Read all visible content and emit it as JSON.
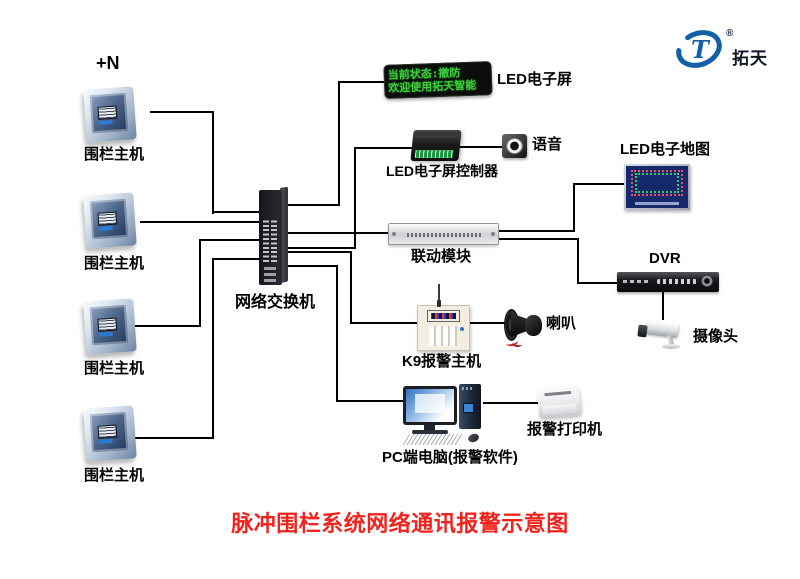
{
  "title": "脉冲围栏系统网络通讯报警示意图",
  "logo": {
    "brand": "拓天",
    "registered": "®"
  },
  "annotation": {
    "plus_n": "+N"
  },
  "colors": {
    "line": "#000000",
    "title_red": "#f2231d",
    "led_green": "#3ecb3e",
    "logo_blue": "#1460a8",
    "map_navy": "#16296b"
  },
  "devices": {
    "fence_hosts": [
      {
        "label": "围栏主机"
      },
      {
        "label": "围栏主机"
      },
      {
        "label": "围栏主机"
      },
      {
        "label": "围栏主机"
      }
    ],
    "network_switch": {
      "label": "网络交换机"
    },
    "led_screen": {
      "label": "LED电子屏",
      "display_line1": "当前状态:撤防",
      "display_line2": "欢迎使用拓天智能"
    },
    "led_controller": {
      "label": "LED电子屏控制器"
    },
    "voice_speaker": {
      "label": "语音"
    },
    "led_map": {
      "label": "LED电子地图"
    },
    "linkage_module": {
      "label": "联动模块"
    },
    "dvr": {
      "label": "DVR"
    },
    "camera": {
      "label": "摄像头"
    },
    "k9_alarm_host": {
      "label": "K9报警主机"
    },
    "horn": {
      "label": "喇叭"
    },
    "pc": {
      "label": "PC端电脑(报警软件)"
    },
    "printer": {
      "label": "报警打印机"
    }
  }
}
